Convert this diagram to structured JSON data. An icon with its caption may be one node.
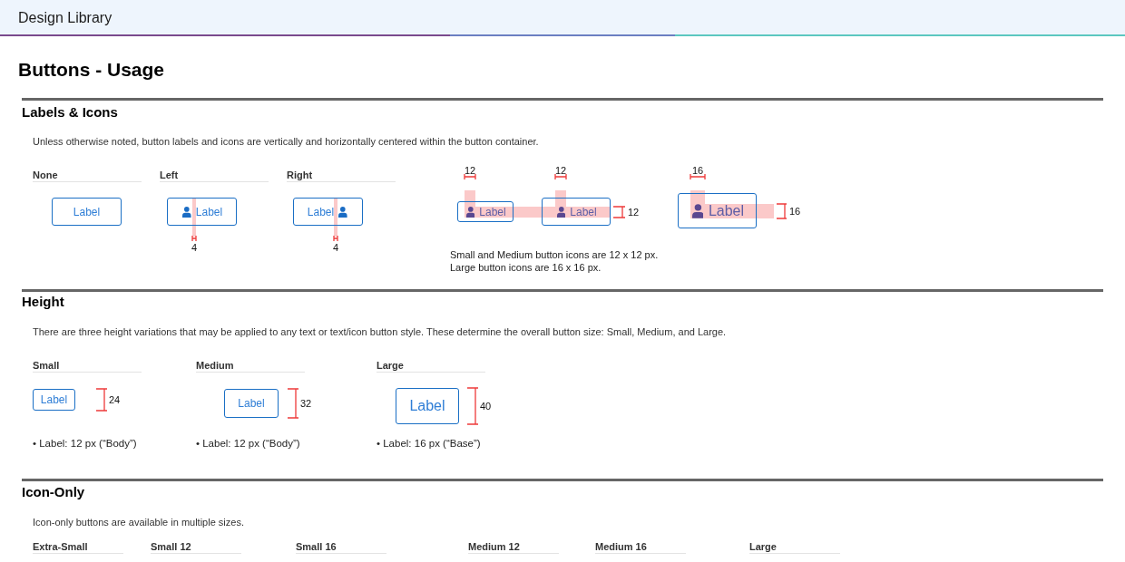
{
  "diagram": {
    "title": "Buttons - Usage",
    "nodes": [
      {
        "text": [
          "Label"
        ]
      },
      {
        "text": [
          "Label"
        ]
      },
      {
        "text": [
          "Label"
        ]
      },
      {
        "text": [
          "Label"
        ]
      },
      {
        "text": [
          "Label"
        ]
      },
      {
        "text": [
          "Label"
        ]
      },
      {
        "text": [
          "Label"
        ]
      },
      {
        "text": [
          "Label"
        ]
      },
      {
        "text": [
          "Label"
        ]
      }
    ],
    "labels": [
      "Design Library",
      "Labels & Icons",
      "Unless otherwise noted, button labels and icons are vertically and horizontally centered within the button container.",
      "None",
      "Left",
      "Right",
      "12",
      "12",
      "16",
      "12",
      "16",
      "4",
      "4",
      "Small and Medium button icons are 12 x 12 px.",
      "Large button icons are 16 x 16 px.",
      "Height",
      "There are three height variations that may be applied to any text or text/icon button style. These determine the overall button size: Small, Medium, and Large.",
      "Small",
      "Medium",
      "Large",
      "24",
      "32",
      "40",
      "• Label: 12 px (“Body”)",
      "• Label: 12 px (“Body”)",
      "• Label: 16 px (“Base”)",
      "Icon-Only",
      "Icon-only buttons are available in multiple sizes.",
      "Extra-Small",
      "Small 12",
      "Small 16",
      "Medium 12",
      "Medium 16",
      "Large"
    ]
  }
}
